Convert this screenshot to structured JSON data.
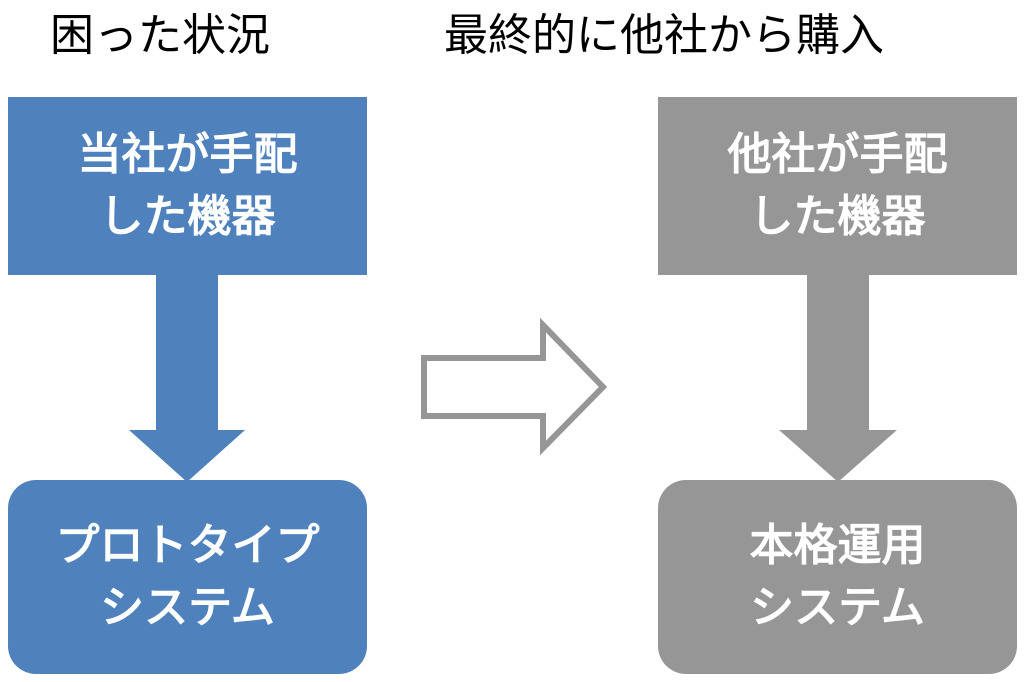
{
  "colors": {
    "current_fill": "#4f81bd",
    "future_fill": "#969696",
    "transition_arrow_stroke": "#969696"
  },
  "left": {
    "heading": "困った状況",
    "source_lines": [
      "当社が手配",
      "した機器"
    ],
    "target_lines": [
      "プロトタイプ",
      "システム"
    ]
  },
  "right": {
    "heading": "最終的に他社から購入",
    "source_lines": [
      "他社が手配",
      "した機器"
    ],
    "target_lines": [
      "本格運用",
      "システム"
    ]
  }
}
